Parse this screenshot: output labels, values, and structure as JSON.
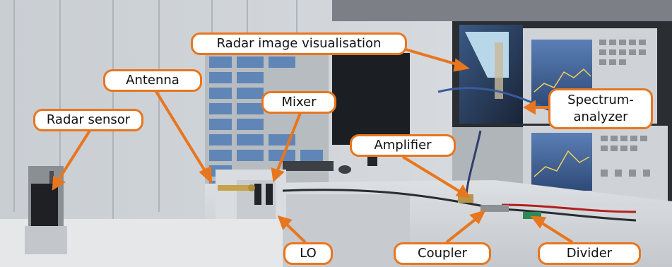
{
  "labels": {
    "radar_image_visualisation": "Radar image visualisation",
    "antenna": "Antenna",
    "mixer": "Mixer",
    "radar_sensor": "Radar sensor",
    "spectrum_analyzer_line1": "Spectrum-",
    "spectrum_analyzer_line2": "analyzer",
    "amplifier": "Amplifier",
    "lo": "LO",
    "coupler": "Coupler",
    "divider": "Divider"
  },
  "colors": {
    "callout_accent": "#e8761e",
    "callout_fill": "#ffffff",
    "callout_text": "#111111"
  }
}
